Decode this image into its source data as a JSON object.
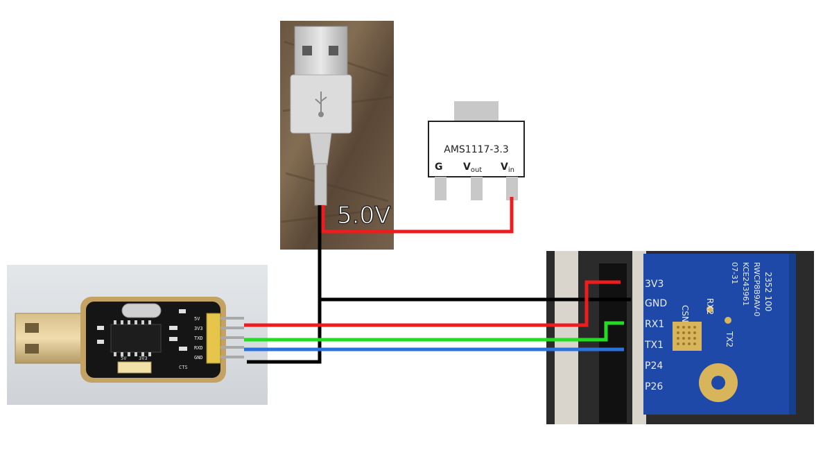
{
  "regulator": {
    "part": "AMS1117-3.3",
    "pin_g": "G",
    "pin_vout": "V",
    "pin_vout_sub": "out",
    "pin_vin": "V",
    "pin_vin_sub": "in"
  },
  "supply": {
    "voltage": "5.0V"
  },
  "usb_serial": {
    "pins": [
      "5V",
      "3V3",
      "TXD",
      "RXD",
      "GND"
    ],
    "labels": [
      "5V",
      "3V3",
      "CTS"
    ]
  },
  "module": {
    "pins": [
      "3V3",
      "GND",
      "RX1",
      "TX1",
      "P24",
      "P26"
    ],
    "pads": [
      "CSN",
      "RX2",
      "TX2"
    ],
    "markings": [
      "2352 100",
      "RWCP8B9AV-0",
      "KCE243961",
      "07-31"
    ]
  },
  "wire_colors": {
    "red": "#ee1c1c",
    "black": "#000000",
    "green": "#22dd22",
    "blue": "#2a72e0"
  }
}
